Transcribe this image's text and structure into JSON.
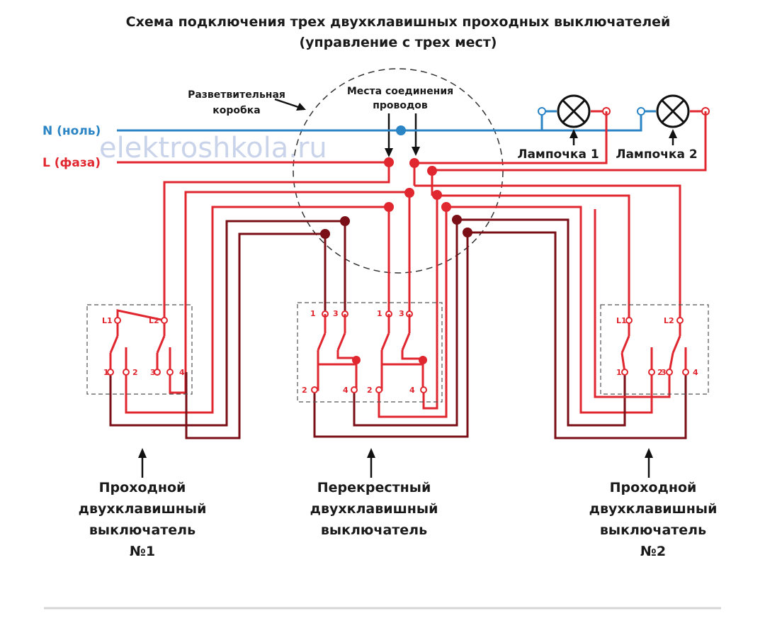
{
  "title": {
    "line1": "Схема подключения трех двухклавишных проходных выключателей",
    "line2": "(управление с трех мест)"
  },
  "watermark": "elektroshkola.ru",
  "wires": {
    "neutral": "N (ноль)",
    "phase": "L (фаза)"
  },
  "junction_box": {
    "label_line1": "Разветвительная",
    "label_line2": "коробка",
    "connections_line1": "Места соединения",
    "connections_line2": "проводов"
  },
  "lamps": [
    {
      "label": "Лампочка 1"
    },
    {
      "label": "Лампочка 2"
    }
  ],
  "switches": {
    "pass1": {
      "pins": [
        "L1",
        "L2",
        "1",
        "2",
        "3",
        "4"
      ],
      "caption": [
        "Проходной",
        "двухклавишный",
        "выключатель",
        "№1"
      ]
    },
    "cross": {
      "pins": [
        "1",
        "3",
        "1",
        "3",
        "2",
        "4",
        "2",
        "4"
      ],
      "caption": [
        "Перекрестный",
        "двухклавишный",
        "выключатель"
      ]
    },
    "pass2": {
      "pins": [
        "L1",
        "L2",
        "1",
        "2",
        "3",
        "4"
      ],
      "caption": [
        "Проходной",
        "двухклавишный",
        "выключатель",
        "№2"
      ]
    }
  },
  "colors": {
    "phase": "#e0262e",
    "phase_dark": "#7a0f17",
    "neutral": "#2b85c5",
    "text": "#1a1a1a"
  }
}
